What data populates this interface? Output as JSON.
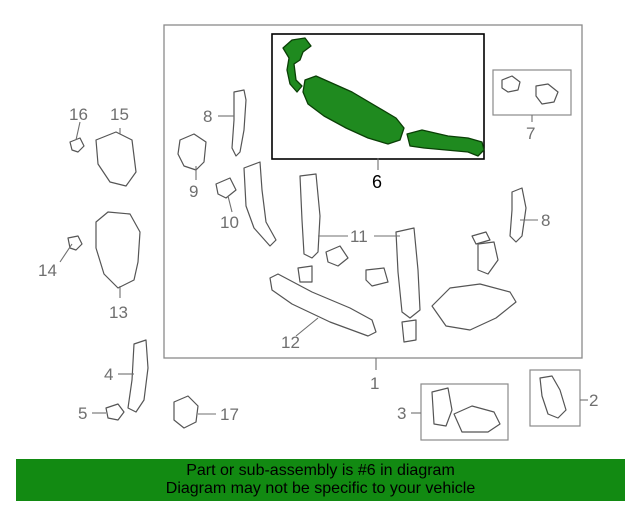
{
  "callouts": {
    "c1": "1",
    "c2": "2",
    "c3": "3",
    "c4": "4",
    "c5": "5",
    "c6": "6",
    "c7": "7",
    "c8a": "8",
    "c8b": "8",
    "c9": "9",
    "c10": "10",
    "c11": "11",
    "c12": "12",
    "c13": "13",
    "c14": "14",
    "c15": "15",
    "c16": "16",
    "c17": "17"
  },
  "banner": {
    "line1": "Part or sub-assembly is #6 in diagram",
    "line2": "Diagram may not be specific to your vehicle"
  },
  "colors": {
    "banner_bg": "#128a12",
    "highlight_part": "#1f8a1f",
    "highlight_frame": "#000000",
    "frame": "#8a8a8a",
    "callout_text": "#6f6f6f"
  }
}
